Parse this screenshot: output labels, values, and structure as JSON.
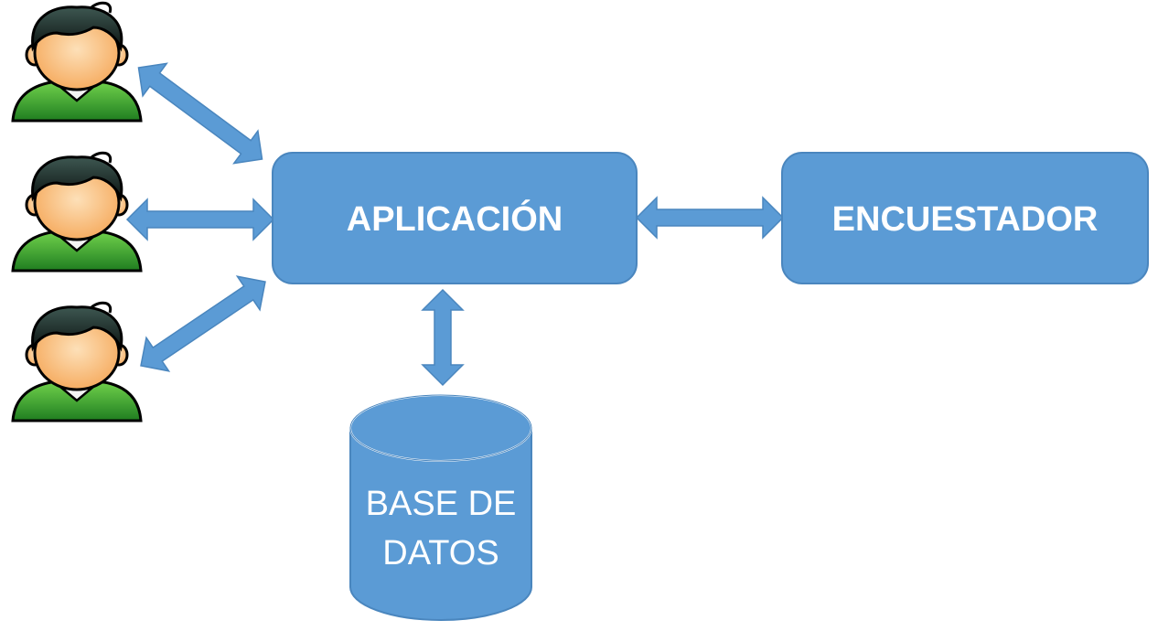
{
  "nodes": {
    "application": {
      "label": "APLICACIÓN"
    },
    "surveyor": {
      "label": "ENCUESTADOR"
    },
    "database": {
      "line1": "BASE DE",
      "line2": "DATOS"
    }
  },
  "users": [
    {
      "icon": "user-icon"
    },
    {
      "icon": "user-icon"
    },
    {
      "icon": "user-icon"
    }
  ],
  "colors": {
    "box_fill": "#5b9bd5",
    "box_stroke": "#4a86be",
    "text": "#ffffff",
    "user_hair": "#1f2f2c",
    "user_skin": "#fcc68b",
    "user_shirt": "#3aa632"
  }
}
